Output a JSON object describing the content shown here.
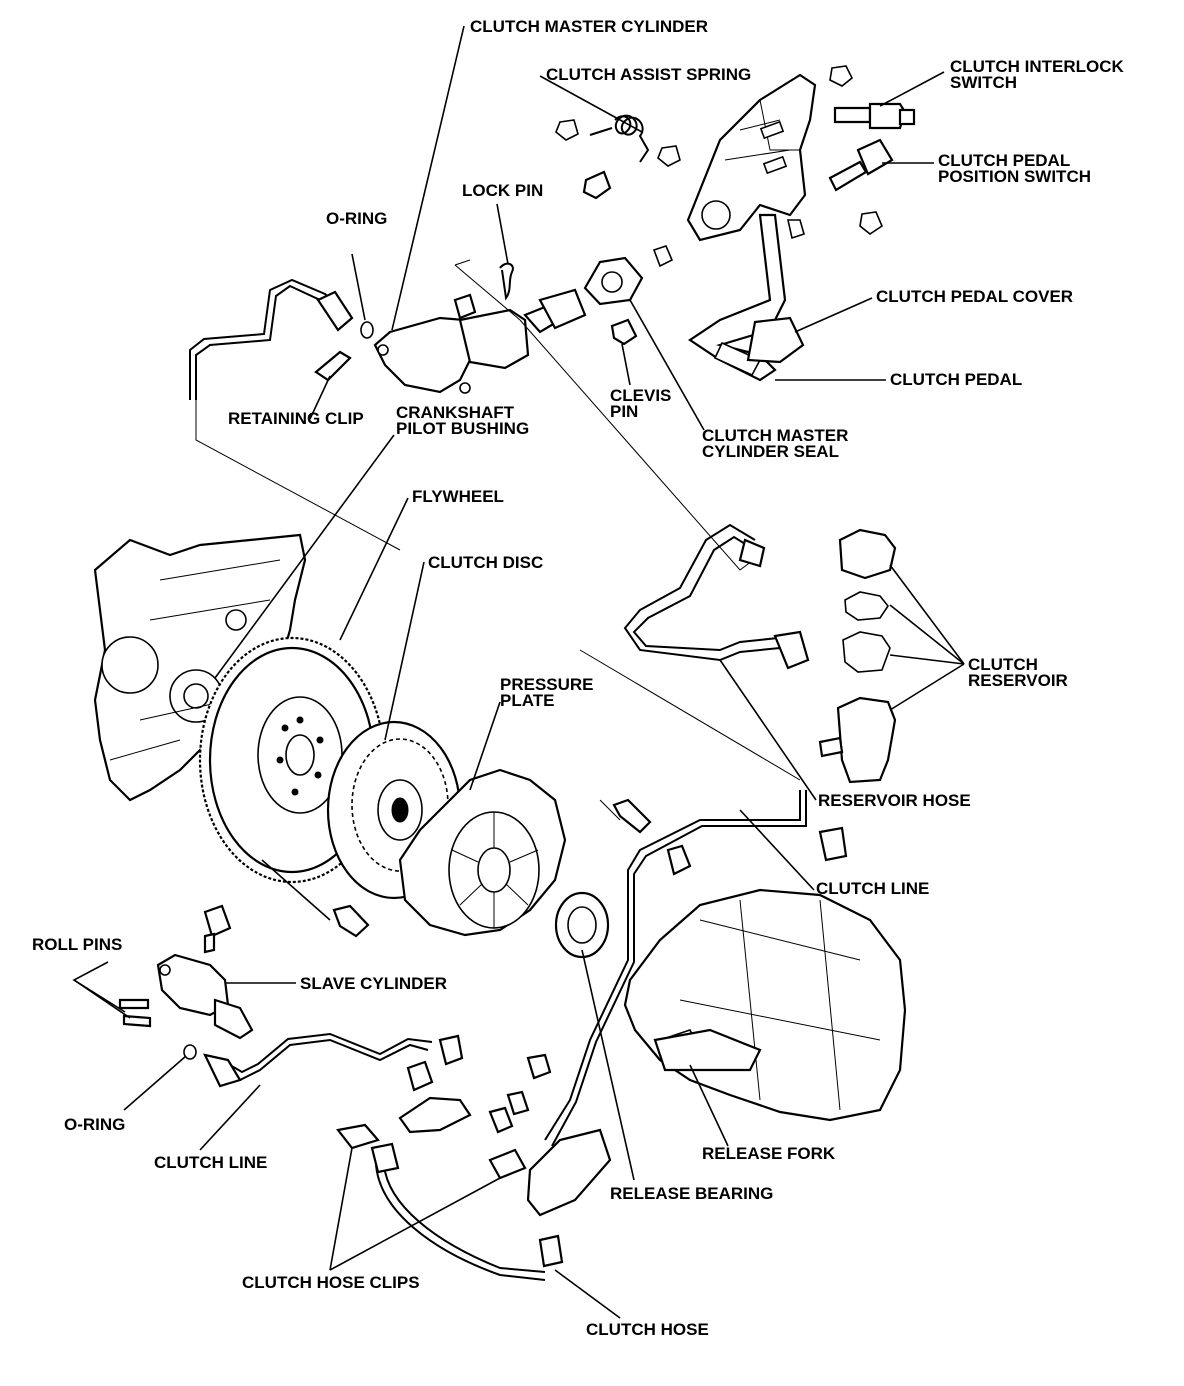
{
  "labels": {
    "clutch_master_cylinder": "CLUTCH MASTER CYLINDER",
    "clutch_assist_spring": "CLUTCH ASSIST SPRING",
    "clutch_interlock_switch_1": "CLUTCH INTERLOCK",
    "clutch_interlock_switch_2": "SWITCH",
    "clutch_pedal_position_switch_1": "CLUTCH PEDAL",
    "clutch_pedal_position_switch_2": "POSITION SWITCH",
    "lock_pin": "LOCK PIN",
    "o_ring_top": "O-RING",
    "clutch_pedal_cover": "CLUTCH PEDAL COVER",
    "clutch_pedal": "CLUTCH PEDAL",
    "retaining_clip": "RETAINING CLIP",
    "crankshaft_pilot_bushing_1": "CRANKSHAFT",
    "crankshaft_pilot_bushing_2": "PILOT BUSHING",
    "clevis_pin_1": "CLEVIS",
    "clevis_pin_2": "PIN",
    "clutch_master_cylinder_seal_1": "CLUTCH MASTER",
    "clutch_master_cylinder_seal_2": "CYLINDER SEAL",
    "flywheel": "FLYWHEEL",
    "clutch_disc": "CLUTCH DISC",
    "pressure_plate_1": "PRESSURE",
    "pressure_plate_2": "PLATE",
    "clutch_reservoir_1": "CLUTCH",
    "clutch_reservoir_2": "RESERVOIR",
    "reservoir_hose": "RESERVOIR HOSE",
    "clutch_line_right": "CLUTCH LINE",
    "roll_pins": "ROLL PINS",
    "slave_cylinder": "SLAVE CYLINDER",
    "o_ring_bottom": "O-RING",
    "clutch_line_left": "CLUTCH LINE",
    "release_fork": "RELEASE FORK",
    "release_bearing": "RELEASE BEARING",
    "clutch_hose_clips": "CLUTCH HOSE CLIPS",
    "clutch_hose": "CLUTCH HOSE"
  }
}
